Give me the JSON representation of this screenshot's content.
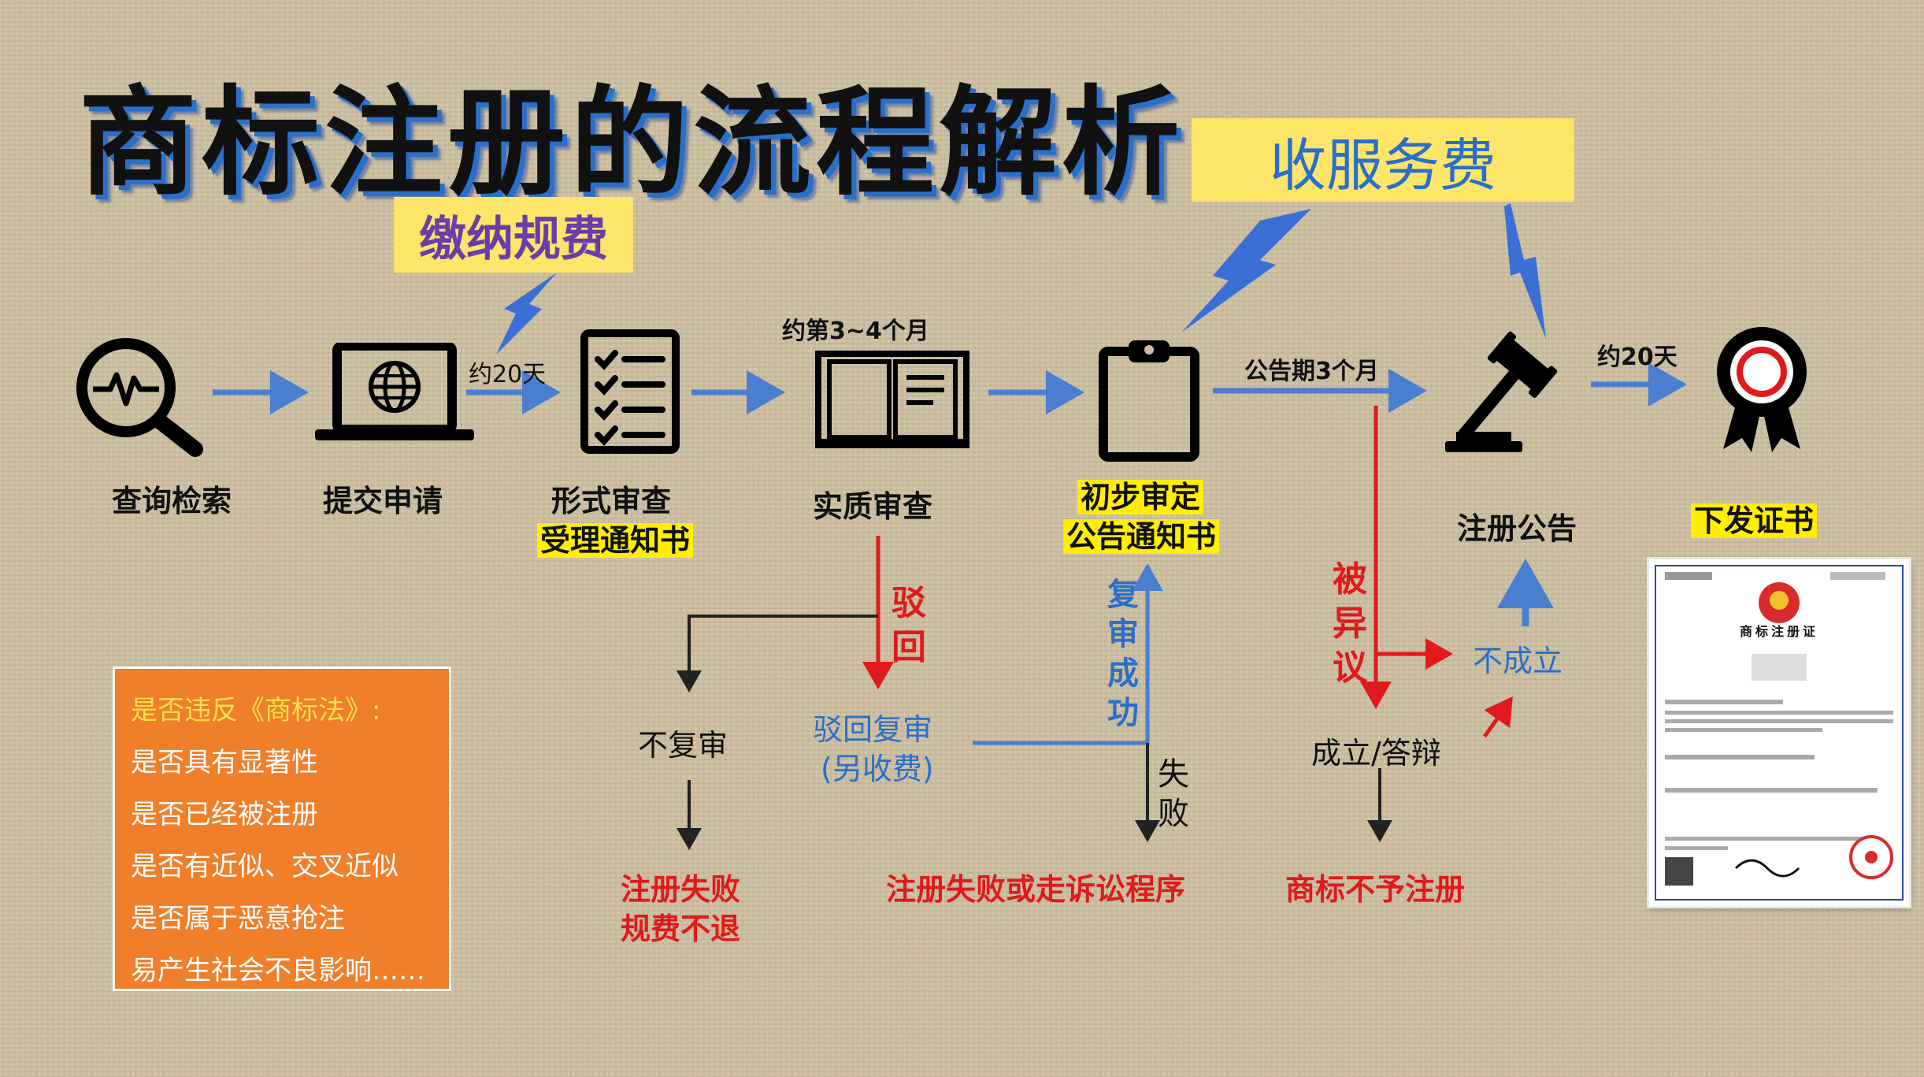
{
  "title": "商标注册的流程解析",
  "banners": {
    "fee": "缴纳规费",
    "service": "收服务费"
  },
  "steps": {
    "search": "查询检索",
    "submit": "提交申请",
    "formal": "形式审查",
    "formal_notice": "受理通知书",
    "substantive": "实质审查",
    "prelim_1": "初步审定",
    "prelim_2": "公告通知书",
    "reg_notice": "注册公告",
    "issue": "下发证书"
  },
  "durations": {
    "d1": "约20天",
    "d2": "约第3~4个月",
    "d3": "公告期3个月",
    "d4": "约20天"
  },
  "branches": {
    "rejected": "驳回",
    "no_review": "不复审",
    "review": "驳回复审",
    "review_fee": "(另收费)",
    "review_success": "复审成功",
    "failed": "失败",
    "opposed": "被异议",
    "not_established": "不成立",
    "established": "成立/答辩",
    "fail_no_refund_1": "注册失败",
    "fail_no_refund_2": "规费不退",
    "fail_or_litigation": "注册失败或走诉讼程序",
    "not_registered": "商标不予注册"
  },
  "criteria": [
    "是否违反《商标法》:",
    "是否具有显著性",
    "是否已经被注册",
    "是否有近似、交叉近似",
    "是否属于恶意抢注",
    "易产生社会不良影响……"
  ],
  "certificate": {
    "title": "商标注册证"
  },
  "colors": {
    "arrow_blue": "#4a7fd0",
    "red": "#e01a1a",
    "banner_yellow": "#fde56a",
    "box_orange": "#f07f2c"
  }
}
